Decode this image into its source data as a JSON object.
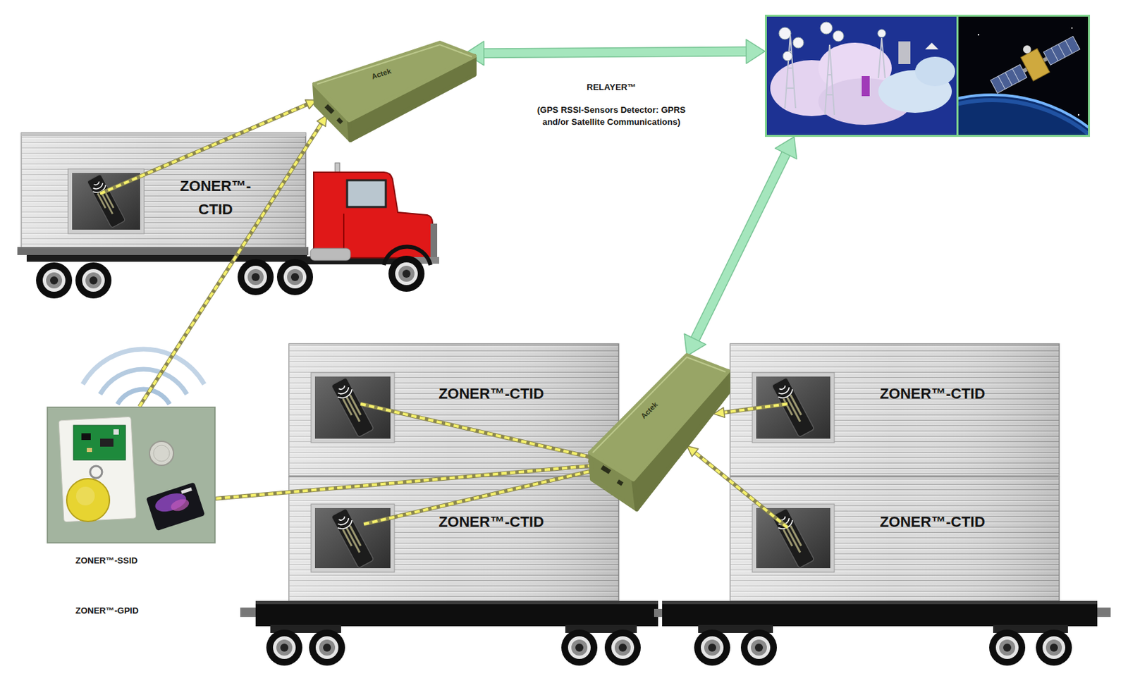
{
  "diagram": {
    "nodes": [
      {
        "text": [
          "ZONER™- CTID"
        ]
      },
      {
        "text": [
          "RELAYER™",
          "(GPS RSSI-Sensors Detector: GPRS and/or Satellite Communications)"
        ]
      },
      {
        "text": []
      },
      {
        "text": [
          "ZONER™-SSID",
          "ZONER™-GPID"
        ]
      },
      {
        "text": [
          "ZONER™-CTID"
        ]
      },
      {
        "text": [
          "ZONER™-CTID"
        ]
      },
      {
        "text": []
      },
      {
        "text": [
          "ZONER™-CTID"
        ]
      },
      {
        "text": [
          "ZONER™-CTID"
        ]
      }
    ],
    "edges": [
      {
        "from": 0,
        "to": 1,
        "arrow": "to"
      },
      {
        "from": 3,
        "to": 1,
        "arrow": "to"
      },
      {
        "from": 1,
        "to": 2,
        "arrow": "both"
      },
      {
        "from": 6,
        "to": 2,
        "arrow": "both"
      },
      {
        "from": 4,
        "to": 6,
        "arrow": "to"
      },
      {
        "from": 5,
        "to": 6,
        "arrow": "to"
      },
      {
        "from": 7,
        "to": 6,
        "arrow": "to"
      },
      {
        "from": 8,
        "to": 6,
        "arrow": "to"
      },
      {
        "from": 3,
        "to": 6,
        "arrow": "to"
      }
    ],
    "labels": [
      "Actek",
      "Actek"
    ]
  }
}
